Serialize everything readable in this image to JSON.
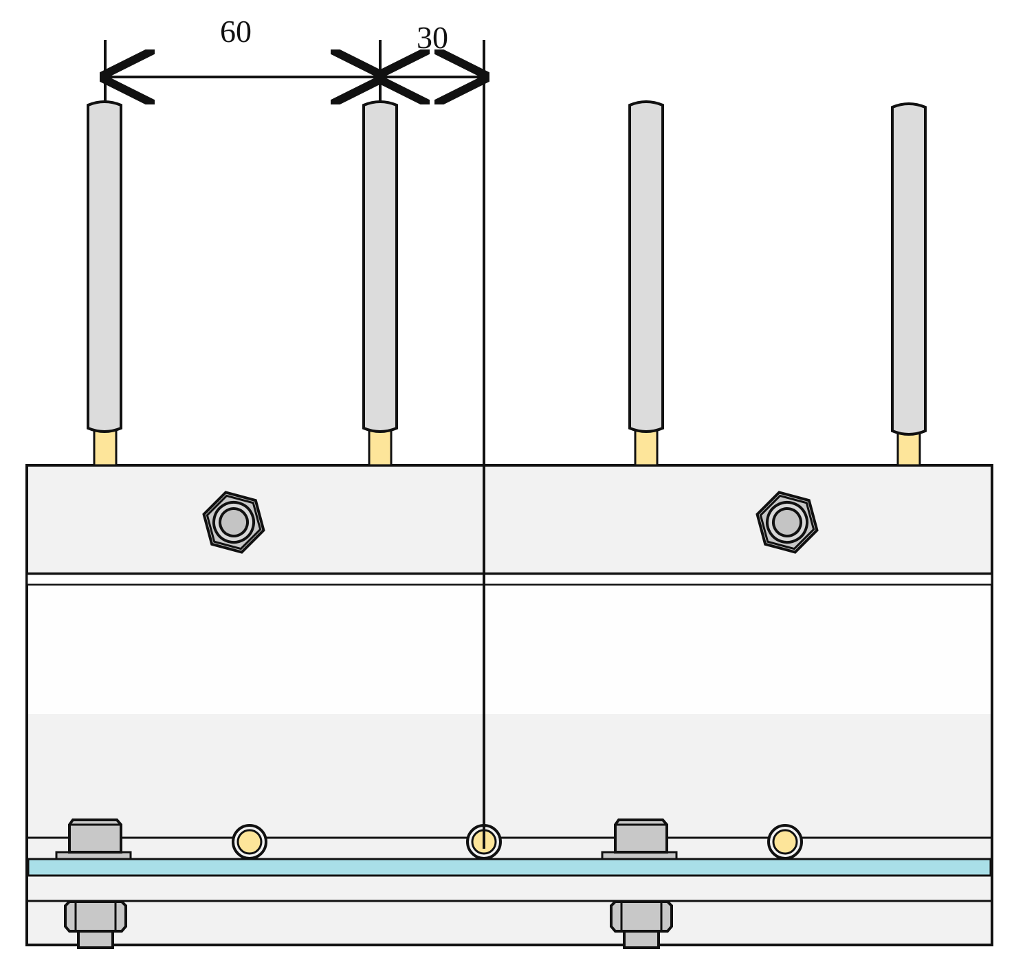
{
  "dimensions": {
    "left_spacing": "60",
    "right_spacing": "30"
  },
  "colors": {
    "plate_fill": "#f2f2f2",
    "rod_fill": "#dcdcdc",
    "rod_base_fill": "#fde59a",
    "strip_fill": "#a9dfe8",
    "bolt_fill": "#c8c8c8",
    "line": "#111111"
  },
  "components": {
    "rod_count": 4,
    "top_nut_count": 2,
    "bottom_bolt_count": 2,
    "pin_count": 3
  }
}
